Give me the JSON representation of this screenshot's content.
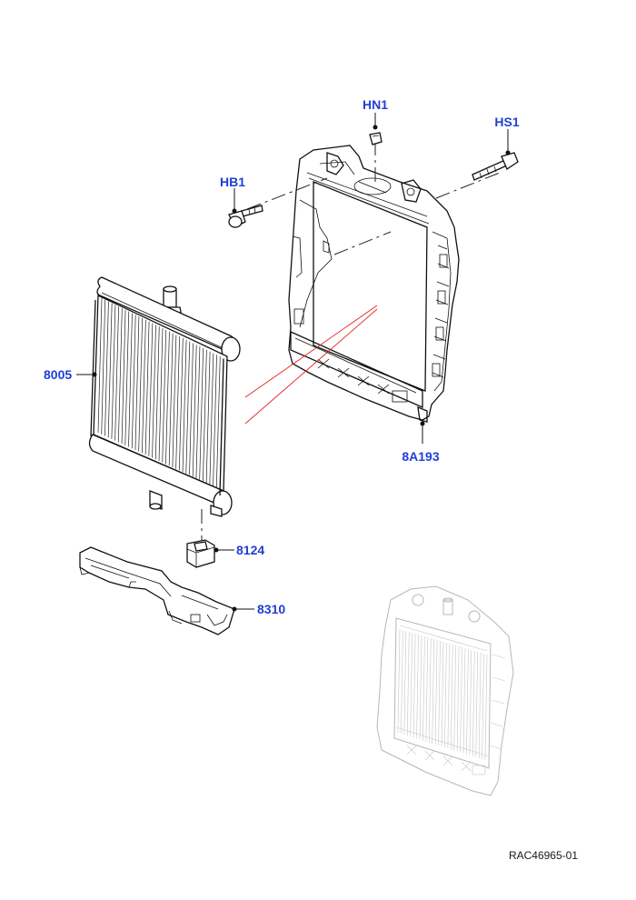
{
  "callouts": [
    {
      "id": "hn1",
      "label": "HN1"
    },
    {
      "id": "hs1",
      "label": "HS1"
    },
    {
      "id": "hb1",
      "label": "HB1"
    },
    {
      "id": "p8005",
      "label": "8005"
    },
    {
      "id": "p8a193",
      "label": "8A193"
    },
    {
      "id": "p8124",
      "label": "8124"
    },
    {
      "id": "p8310",
      "label": "8310"
    }
  ],
  "reference_code": "RAC46965-01",
  "colors": {
    "callout": "#1f3fd6",
    "line": "#111111",
    "ghost": "#b7b7b7",
    "highlight": "#e42222"
  }
}
